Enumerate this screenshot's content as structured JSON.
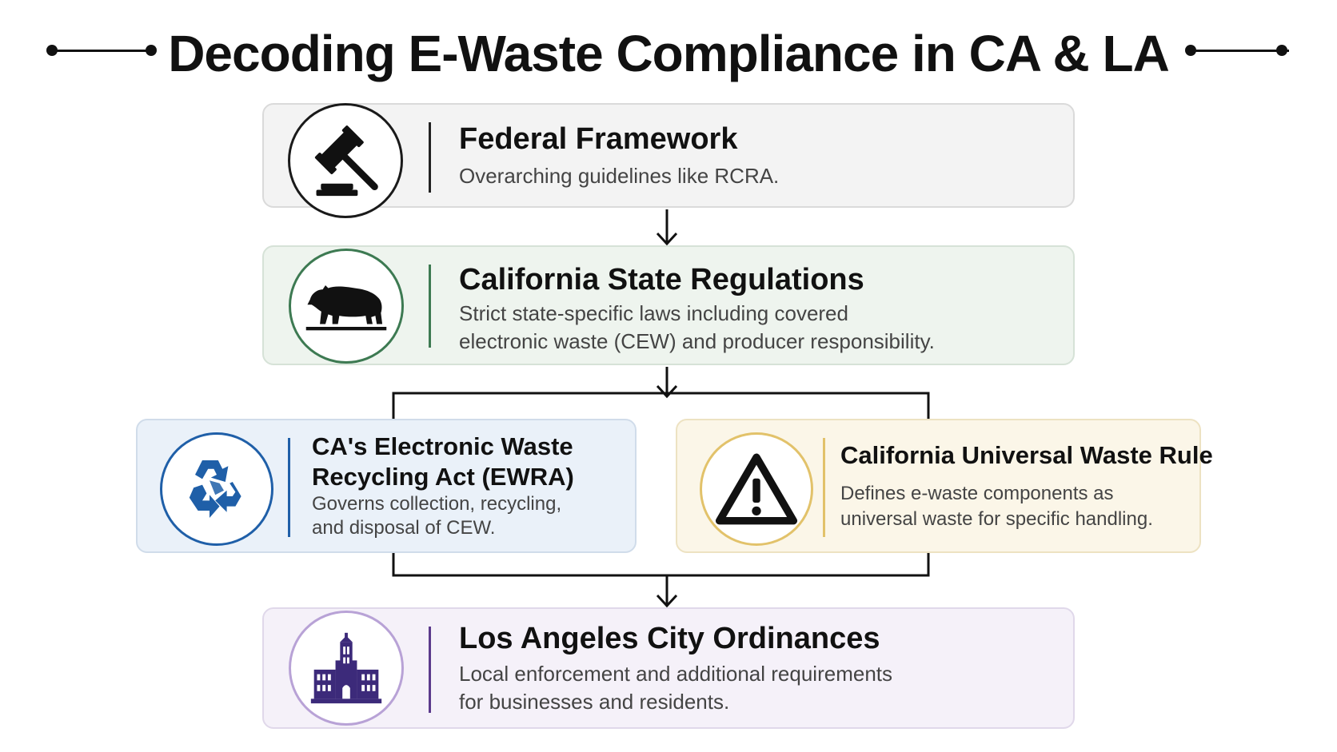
{
  "title": "Decoding E-Waste Compliance in CA & LA",
  "colors": {
    "federal_accent": "#1a1a1a",
    "state_accent": "#3d7a52",
    "ewra_accent": "#1f5fa8",
    "universal_accent": "#e2c26a",
    "la_accent": "#5b3a8c"
  },
  "cards": {
    "federal": {
      "icon": "gavel-icon",
      "heading": "Federal Framework",
      "description": [
        "Overarching guidelines like RCRA."
      ]
    },
    "state": {
      "icon": "california-bear-icon",
      "heading": "California State Regulations",
      "description": [
        "Strict state-specific laws including covered",
        "electronic waste (CEW) and producer responsibility."
      ]
    },
    "ewra": {
      "icon": "recycle-icon",
      "heading": [
        "CA's Electronic Waste",
        "Recycling Act (EWRA)"
      ],
      "description": [
        "Governs collection, recycling,",
        "and disposal of CEW."
      ]
    },
    "universal": {
      "icon": "warning-icon",
      "heading": "California Universal Waste Rule",
      "description": [
        "Defines e-waste components as",
        "universal waste for specific handling."
      ]
    },
    "la": {
      "icon": "city-hall-icon",
      "heading": "Los Angeles City Ordinances",
      "description": [
        "Local enforcement and additional requirements",
        "for businesses and residents."
      ]
    }
  }
}
